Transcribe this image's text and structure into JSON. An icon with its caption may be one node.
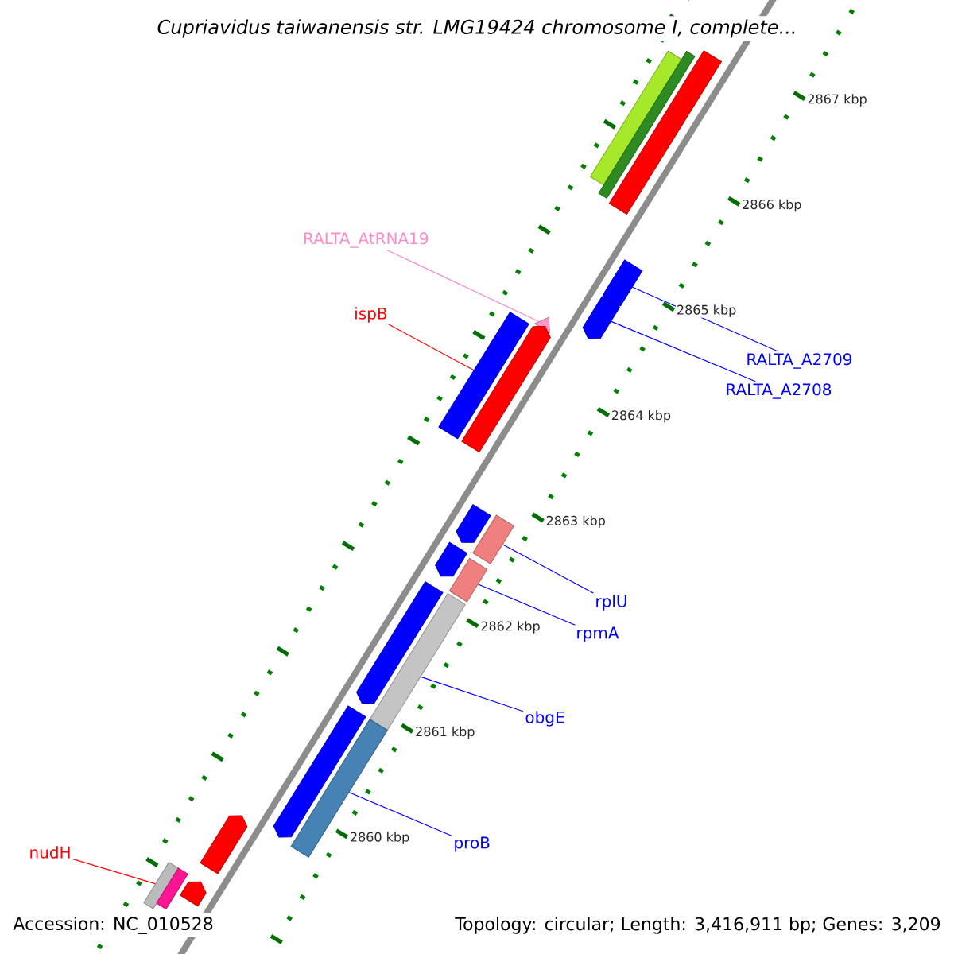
{
  "diagram": {
    "title": "Cupriavidus taiwanensis str. LMG19424 chromosome I, complete...",
    "nodes": [
      {
        "text": [],
        "shape": "bar"
      },
      {
        "text": [],
        "shape": "bar"
      },
      {
        "text": [],
        "shape": "bar"
      },
      {
        "text": [
          "RALTA_AtRNA19"
        ]
      },
      {
        "text": [],
        "shape": "triangle"
      },
      {
        "text": [
          "ispB"
        ]
      },
      {
        "text": [],
        "shape": "arrow"
      },
      {
        "text": [
          "RALTA_A2709"
        ]
      },
      {
        "text": [],
        "shape": "arrow"
      },
      {
        "text": [
          "RALTA_A2708"
        ]
      },
      {
        "text": [],
        "shape": "bar"
      },
      {
        "text": [],
        "shape": "arrow"
      },
      {
        "text": [],
        "shape": "arrow"
      },
      {
        "text": [],
        "shape": "bar"
      },
      {
        "text": [
          "rplU"
        ]
      },
      {
        "text": [],
        "shape": "arrow"
      },
      {
        "text": [],
        "shape": "bar"
      },
      {
        "text": [
          "rpmA"
        ]
      },
      {
        "text": [],
        "shape": "arrow"
      },
      {
        "text": [],
        "shape": "bar"
      },
      {
        "text": [
          "obgE"
        ]
      },
      {
        "text": [],
        "shape": "arrow"
      },
      {
        "text": [],
        "shape": "bar"
      },
      {
        "text": [
          "proB"
        ]
      },
      {
        "text": [],
        "shape": "arrow"
      },
      {
        "text": [
          "nudH"
        ]
      },
      {
        "text": [],
        "shape": "arrow"
      },
      {
        "text": [],
        "shape": "bar"
      },
      {
        "text": [],
        "shape": "bar"
      }
    ],
    "edges": [
      {
        "from": 3,
        "to": 4,
        "arrow": "none",
        "color": "#ff88cc"
      },
      {
        "from": 5,
        "to": 10,
        "arrow": "none",
        "color": "#ff0000"
      },
      {
        "from": 7,
        "to": 6,
        "arrow": "none"
      },
      {
        "from": 9,
        "to": 8,
        "arrow": "none"
      },
      {
        "from": 14,
        "to": 13,
        "arrow": "none"
      },
      {
        "from": 17,
        "to": 16,
        "arrow": "none"
      },
      {
        "from": 20,
        "to": 19,
        "arrow": "none"
      },
      {
        "from": 23,
        "to": 22,
        "arrow": "none"
      },
      {
        "from": 25,
        "to": 27,
        "arrow": "none",
        "color": "#ff0000"
      }
    ],
    "labels": [
      "2867 kbp",
      "2866 kbp",
      "2865 kbp",
      "2864 kbp",
      "2863 kbp",
      "2862 kbp",
      "2861 kbp",
      "2860 kbp",
      "Accession: NC_010528",
      "Topology: circular; Length: 3,416,911 bp; Genes: 3,209"
    ]
  }
}
